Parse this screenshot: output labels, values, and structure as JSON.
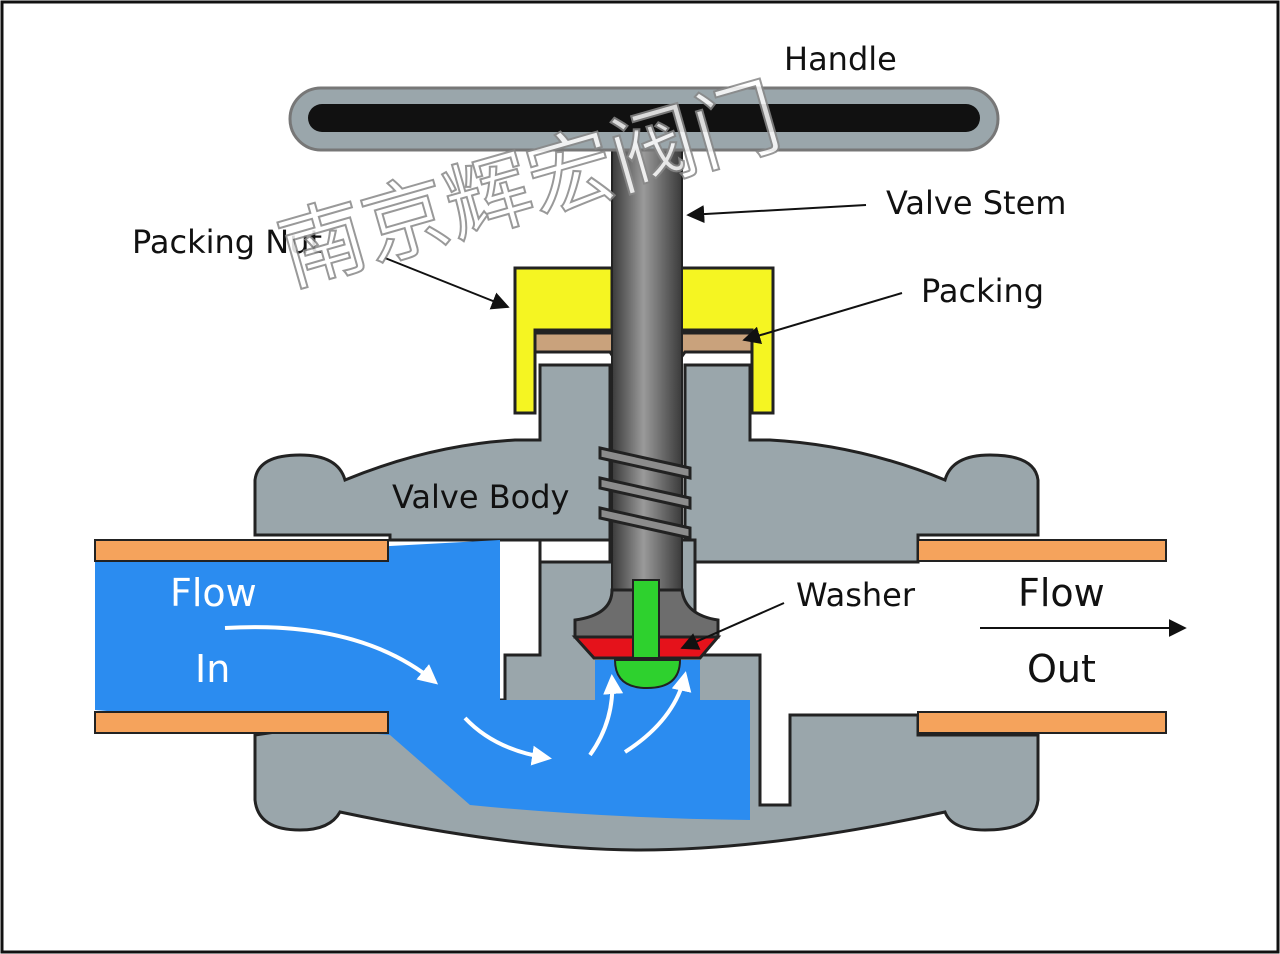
{
  "labels": {
    "handle": "Handle",
    "valve_stem": "Valve Stem",
    "packing_nut": "Packing Nut",
    "packing": "Packing",
    "valve_body": "Valve Body",
    "washer": "Washer",
    "flow_in_1": "Flow",
    "flow_in_2": "In",
    "flow_out_1": "Flow",
    "flow_out_2": "Out"
  },
  "watermark": "南京辉宏阀门",
  "colors": {
    "body": "#9aa6ab",
    "water": "#2b8cf0",
    "pipe": "#f5a35c",
    "packing_nut": "#f5f522",
    "packing": "#c9a27c",
    "washer": "#e5121b",
    "screw": "#2ed12e",
    "stem": "#6d6d6d",
    "handle": "#111111"
  }
}
